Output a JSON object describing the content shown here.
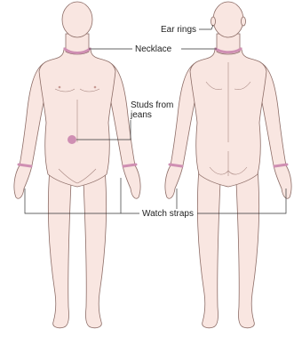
{
  "labels": {
    "ear_rings": "Ear rings",
    "necklace": "Necklace",
    "studs_line1": "Studs from",
    "studs_line2": "jeans",
    "watch_straps": "Watch straps"
  },
  "colors": {
    "skin": "#f9e6e1",
    "outline": "#8c6c66",
    "band": "#cf8fb3",
    "leader_line": "#333333"
  }
}
